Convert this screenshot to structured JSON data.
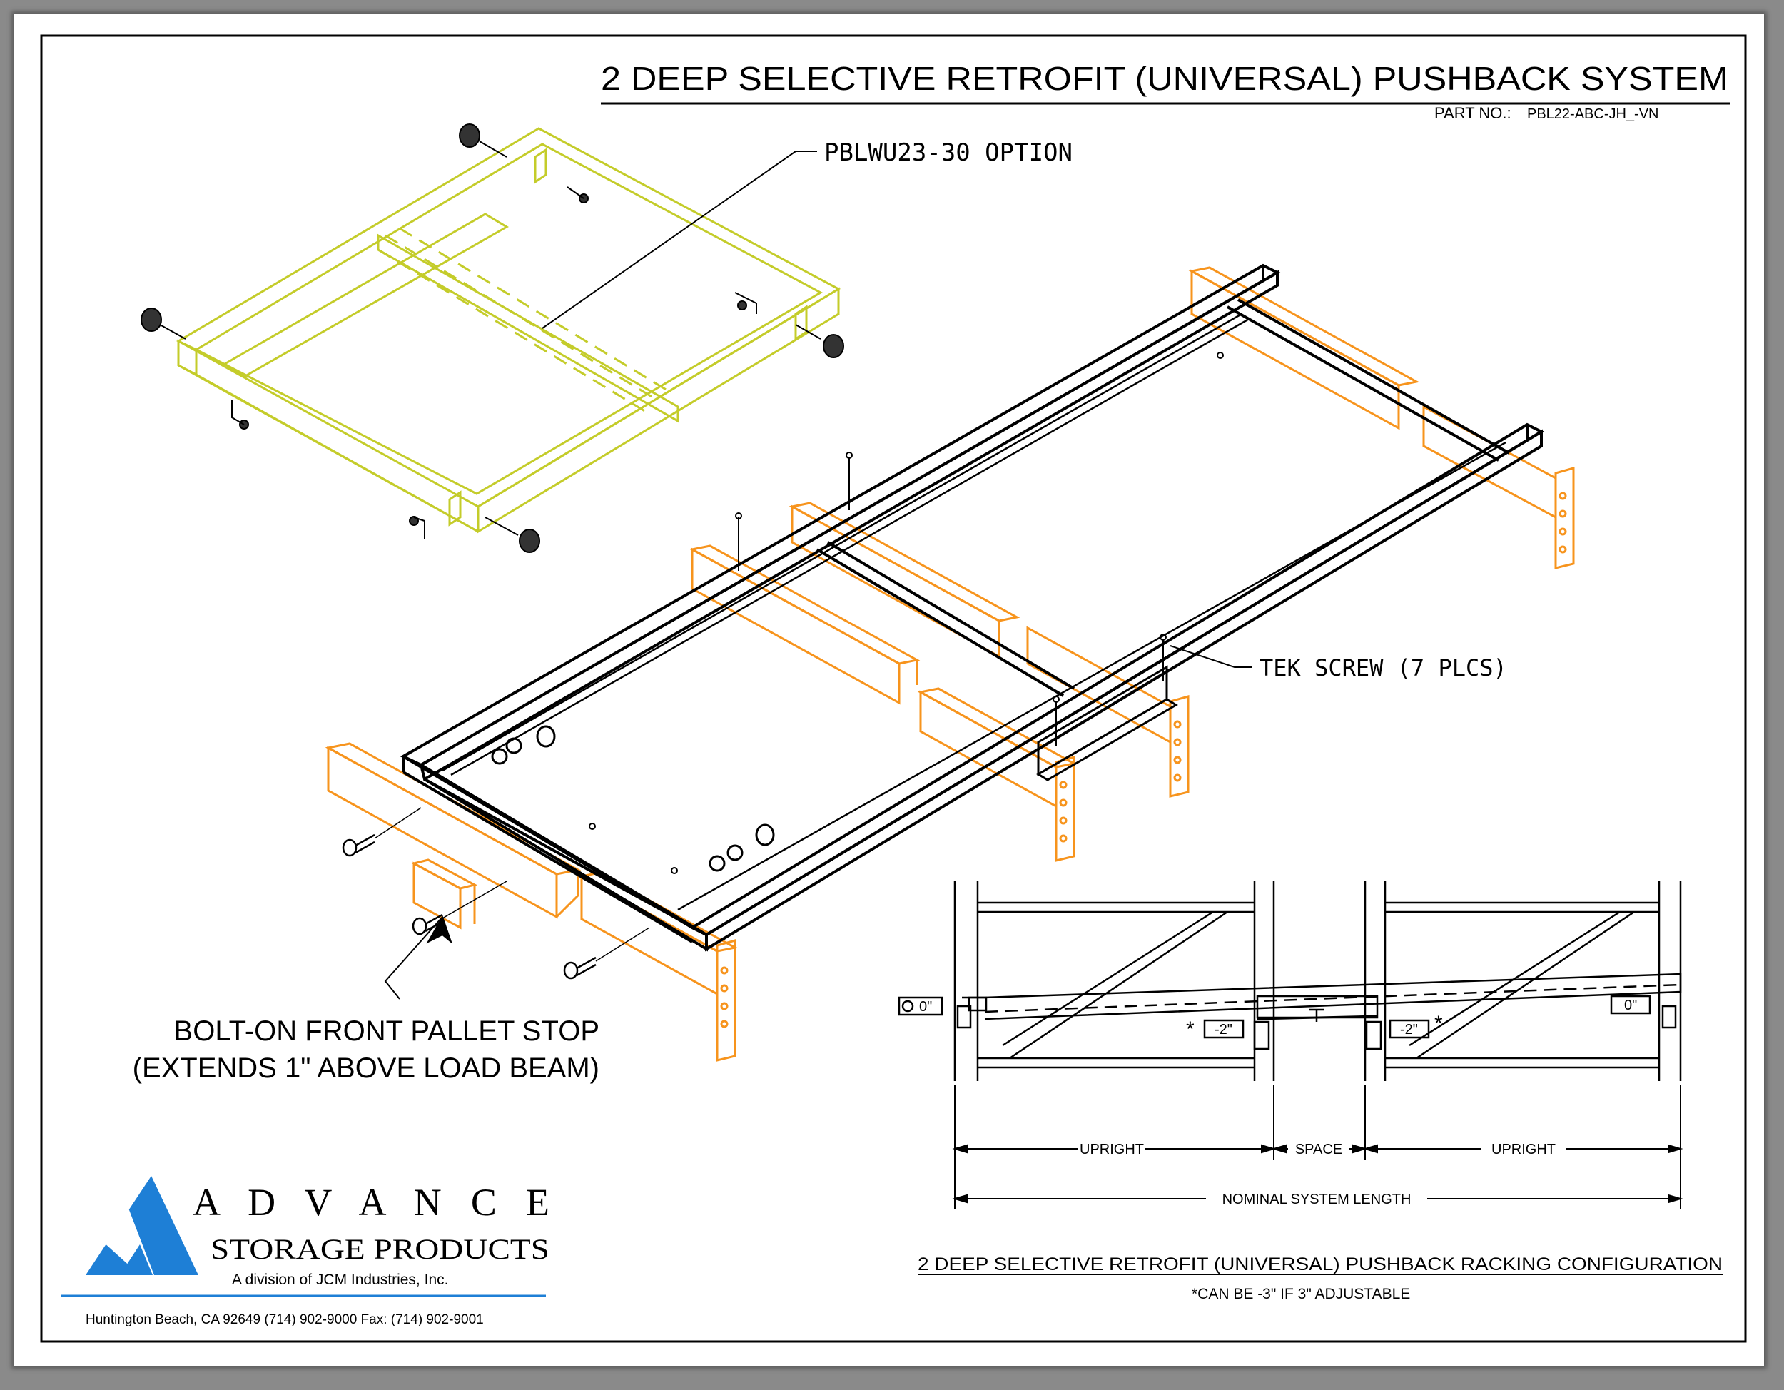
{
  "title": "2 DEEP SELECTIVE RETROFIT (UNIVERSAL) PUSHBACK SYSTEM",
  "part_no_label": "PART NO.:",
  "part_no": "PBL22-ABC-JH_-VN",
  "callouts": {
    "option": "PBLWU23-30 OPTION",
    "tek_screw": "TEK SCREW (7 PLCS)",
    "pallet_stop_1": "BOLT-ON FRONT PALLET STOP",
    "pallet_stop_2": "(EXTENDS 1\" ABOVE LOAD BEAM)"
  },
  "elevation": {
    "offset_left": "0\"",
    "offset_mid_left": "-2\"",
    "offset_mid_right": "-2\"",
    "offset_right": "0\"",
    "asterisk": "*",
    "dim_upright_left": "UPRIGHT",
    "dim_space": "SPACE",
    "dim_upright_right": "UPRIGHT",
    "dim_total": "NOMINAL SYSTEM LENGTH"
  },
  "caption": "2 DEEP SELECTIVE RETROFIT (UNIVERSAL) PUSHBACK RACKING CONFIGURATION",
  "note": "*CAN BE -3\" IF 3\" ADJUSTABLE",
  "company": {
    "name": "A D V A N C E",
    "sub": "STORAGE PRODUCTS",
    "division": "A division of JCM Industries, Inc.",
    "address": "Huntington Beach, CA 92649 (714) 902-9000 Fax: (714) 902-9001"
  },
  "colors": {
    "cart": "#c4cc2a",
    "beams": "#f7941d",
    "frame": "#000000",
    "logo": "#1e7fd6"
  }
}
